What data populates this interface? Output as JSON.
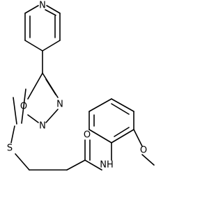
{
  "molecule": {
    "atoms": {
      "pyridine_n": "N",
      "oxadiazole_o": "O",
      "oxadiazole_n3": "N",
      "oxadiazole_n4": "N",
      "sulfur": "S",
      "carbonyl_o": "O",
      "amide_n": "NH",
      "methoxy_o": "O"
    }
  }
}
